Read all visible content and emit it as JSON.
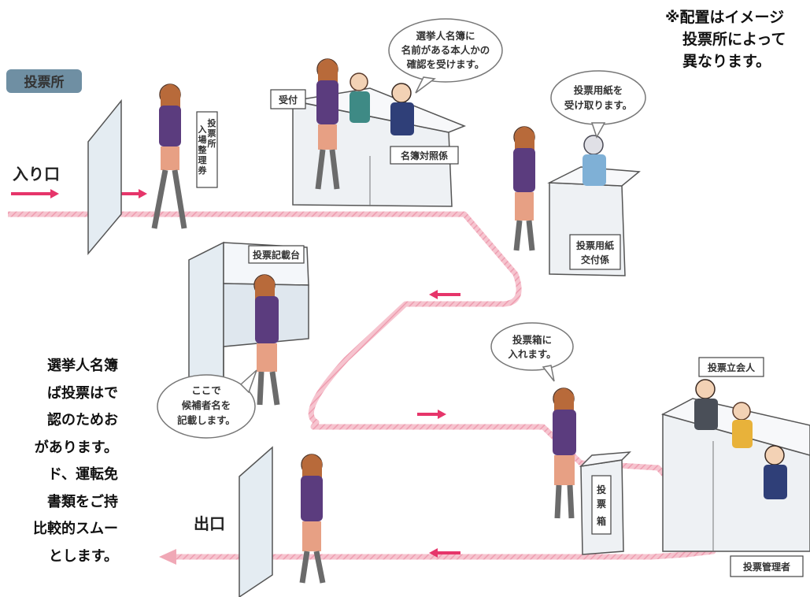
{
  "badge": "投票所",
  "entrance_label": "入り口",
  "exit_label": "出口",
  "note_lines": [
    "※配置はイメージ",
    "投票所によって",
    "異なります。"
  ],
  "ticket_chars": [
    [
      "投",
      "票",
      "所"
    ],
    [
      "入",
      "場",
      "整",
      "理",
      "券"
    ]
  ],
  "stations": {
    "reception": "受付",
    "roster_check": "名簿対照係",
    "ballot_issue": [
      "投票用紙",
      "交付係"
    ],
    "writing_booth": "投票記載台",
    "witness": "投票立会人",
    "manager": "投票管理者",
    "ballot_box": [
      "投",
      "票",
      "箱"
    ]
  },
  "bubbles": {
    "roster": [
      "選挙人名簿に",
      "名前がある本人かの",
      "確認を受けます。"
    ],
    "ballot": [
      "投票用紙を",
      "受け取ります。"
    ],
    "write": [
      "ここで",
      "候補者名を",
      "記載します。"
    ],
    "box": [
      "投票箱に",
      "入れます。"
    ]
  },
  "side_text_lines": [
    "選挙人名簿",
    "ば投票はで",
    "認のためお",
    "があります。",
    "ド、運転免",
    "書類をご持",
    "比較的スムー",
    "とします。"
  ],
  "colors": {
    "path": "#f0a8b6",
    "arrow": "#e6356a",
    "badge": "#6f8fa3",
    "panel": "#e4ecf2",
    "desk": "#eef1f4"
  }
}
